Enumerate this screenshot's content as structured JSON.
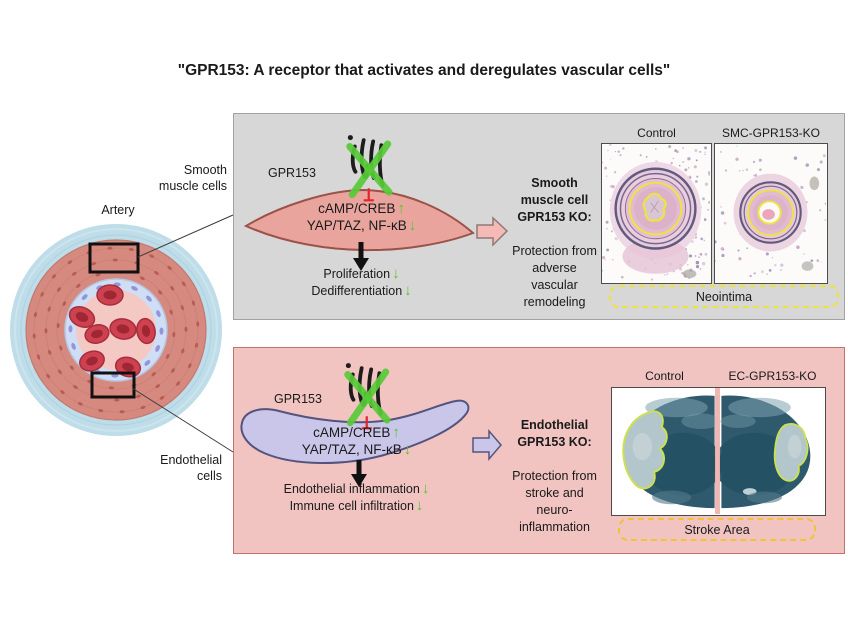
{
  "title": "\"GPR153: A receptor that activates and deregulates vascular cells\"",
  "artery": {
    "label": "Artery",
    "smooth_muscle_label": "Smooth\nmuscle cells",
    "endothelial_label": "Endothelial\ncells"
  },
  "smc_panel": {
    "receptor_label": "GPR153",
    "signaling": [
      {
        "label": "cAMP/CREB",
        "arrow": "↑"
      },
      {
        "label": "YAP/TAZ, NF-κB",
        "arrow": "↓"
      }
    ],
    "outcomes": [
      {
        "label": "Proliferation",
        "arrow": "↓"
      },
      {
        "label": "Dedifferentiation",
        "arrow": "↓"
      }
    ],
    "ko_heading": "Smooth\nmuscle cell\nGPR153 KO:",
    "ko_body": "Protection from\nadverse\nvascular\nremodeling",
    "images": {
      "control_label": "Control",
      "ko_label": "SMC-GPR153-KO"
    },
    "caption": "Neointima"
  },
  "ec_panel": {
    "receptor_label": "GPR153",
    "signaling": [
      {
        "label": "cAMP/CREB",
        "arrow": "↑"
      },
      {
        "label": "YAP/TAZ, NF-κB",
        "arrow": "↓"
      }
    ],
    "outcomes": [
      {
        "label": "Endothelial inflammation",
        "arrow": "↓"
      },
      {
        "label": "Immune cell infiltration",
        "arrow": "↓"
      }
    ],
    "ko_heading": "Endothelial\nGPR153 KO:",
    "ko_body": "Protection from\nstroke and\nneuro-\ninflammation",
    "images": {
      "control_label": "Control",
      "ko_label": "EC-GPR153-KO"
    },
    "caption": "Stroke Area"
  },
  "colors": {
    "increase_decrease_green": "#53c832",
    "inhibition_red": "#e5242b",
    "knockout_x_green": "#58cb38",
    "smc_cell_fill": "#e9a59d",
    "ec_cell_fill": "#c9c6e9",
    "smc_panel_bg": "#d7d7d7",
    "ec_panel_bg": "#f1c4c1",
    "neointima_box_yellow": "#ece43c",
    "stroke_area_box_gold": "#f0c437"
  }
}
